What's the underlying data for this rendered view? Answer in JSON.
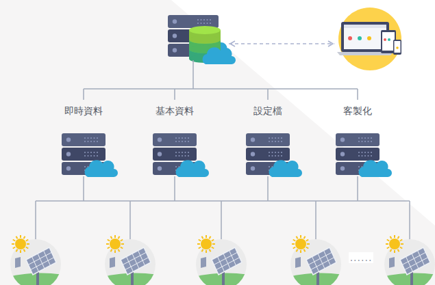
{
  "diagram": {
    "nodes": [
      {
        "text": [
          "即時資料"
        ]
      },
      {
        "text": [
          "基本資料"
        ]
      },
      {
        "text": [
          "設定檔"
        ]
      },
      {
        "text": [
          "客製化"
        ]
      }
    ],
    "labels": [
      "......"
    ]
  }
}
